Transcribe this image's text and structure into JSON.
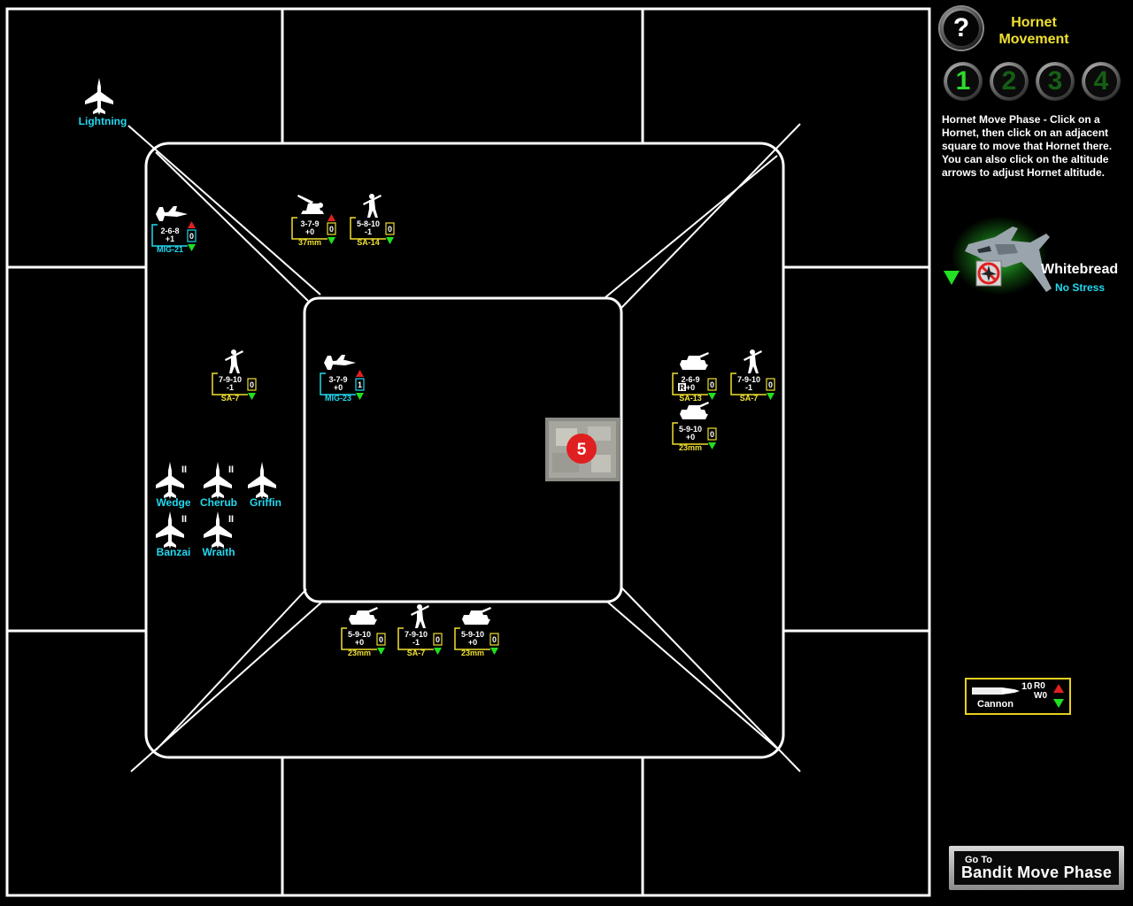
{
  "panel": {
    "help_label": "?",
    "phase_title_1": "Hornet",
    "phase_title_2": "Movement",
    "turn_buttons": [
      "1",
      "2",
      "3",
      "4"
    ],
    "instructions": "Hornet Move Phase - Click on a Hornet, then click on an adjacent square to move that Hornet there. You can also click on the altitude arrows to adjust Hornet altitude.",
    "selected_pilot": "Whitebread",
    "stress": "No Stress",
    "weapon": {
      "name": "Cannon",
      "ammo": "10",
      "r": "R0",
      "w": "W0"
    },
    "go_small": "Go To",
    "go_big": "Bandit Move Phase"
  },
  "hornets": [
    {
      "name": "Lightning",
      "mark": ""
    },
    {
      "name": "Wedge",
      "mark": "II"
    },
    {
      "name": "Cherub",
      "mark": "II"
    },
    {
      "name": "Griffin",
      "mark": ""
    },
    {
      "name": "Banzai",
      "mark": "II"
    },
    {
      "name": "Wraith",
      "mark": "II"
    }
  ],
  "target": {
    "number": "5"
  },
  "units": [
    {
      "id": "mig21",
      "line1": "2-6-8",
      "line2": "+1",
      "name": "MIG-21",
      "alt": "0"
    },
    {
      "id": "aaa37",
      "line1": "3-7-9",
      "line2": "+0",
      "name": "37mm",
      "alt": "0"
    },
    {
      "id": "sa14",
      "line1": "5-8-10",
      "line2": "-1",
      "name": "SA-14",
      "alt": "0"
    },
    {
      "id": "sa7a",
      "line1": "7-9-10",
      "line2": "-1",
      "name": "SA-7",
      "alt": "0"
    },
    {
      "id": "mig23",
      "line1": "3-7-9",
      "line2": "+0",
      "name": "MIG-23",
      "alt": "1"
    },
    {
      "id": "sa13",
      "line1": "2-6-9",
      "line2": "+0",
      "name": "SA-13",
      "alt": "0",
      "badge": "R"
    },
    {
      "id": "sa7b",
      "line1": "7-9-10",
      "line2": "-1",
      "name": "SA-7",
      "alt": "0"
    },
    {
      "id": "aaa23a",
      "line1": "5-9-10",
      "line2": "+0",
      "name": "23mm",
      "alt": "0"
    },
    {
      "id": "aaa23b",
      "line1": "5-9-10",
      "line2": "+0",
      "name": "23mm",
      "alt": "0"
    },
    {
      "id": "sa7c",
      "line1": "7-9-10",
      "line2": "-1",
      "name": "SA-7",
      "alt": "0"
    },
    {
      "id": "aaa23c",
      "line1": "5-9-10",
      "line2": "+0",
      "name": "23mm",
      "alt": "0"
    }
  ],
  "colors": {
    "hornet_label": "#22d8f0",
    "ground_label": "#f0e030",
    "air_label": "#22d8f0",
    "target_red": "#e02020",
    "alt_up": "#e02020",
    "alt_down": "#20e020"
  }
}
